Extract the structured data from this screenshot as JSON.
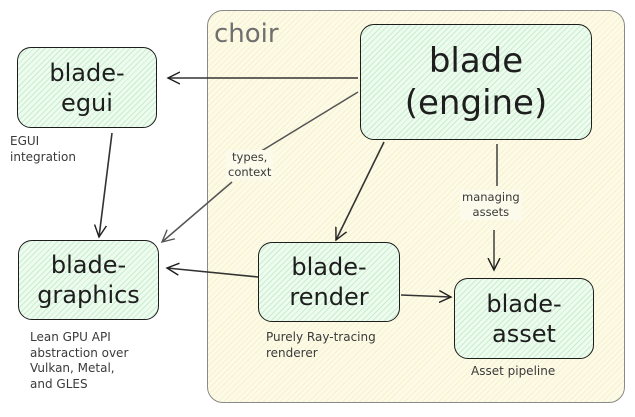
{
  "group": {
    "label": "choir"
  },
  "nodes": {
    "engine": "blade\n(engine)",
    "egui": "blade-\negui",
    "graphics": "blade-\ngraphics",
    "render": "blade-\nrender",
    "asset": "blade-\nasset"
  },
  "captions": {
    "egui": "EGUI\nintegration",
    "graphics": "Lean GPU API\nabstraction over\nVulkan, Metal,\nand GLES",
    "render": "Purely Ray-tracing\nrenderer",
    "asset": "Asset pipeline"
  },
  "edge_labels": {
    "types_context": "types,\ncontext",
    "managing_assets": "managing\nassets"
  },
  "edges": [
    {
      "from": "engine",
      "to": "egui",
      "label": ""
    },
    {
      "from": "engine",
      "to": "graphics",
      "label": "types, context"
    },
    {
      "from": "engine",
      "to": "render",
      "label": ""
    },
    {
      "from": "engine",
      "to": "asset",
      "label": "managing assets"
    },
    {
      "from": "egui",
      "to": "graphics",
      "label": ""
    },
    {
      "from": "render",
      "to": "graphics",
      "label": ""
    },
    {
      "from": "render",
      "to": "asset",
      "label": ""
    }
  ]
}
